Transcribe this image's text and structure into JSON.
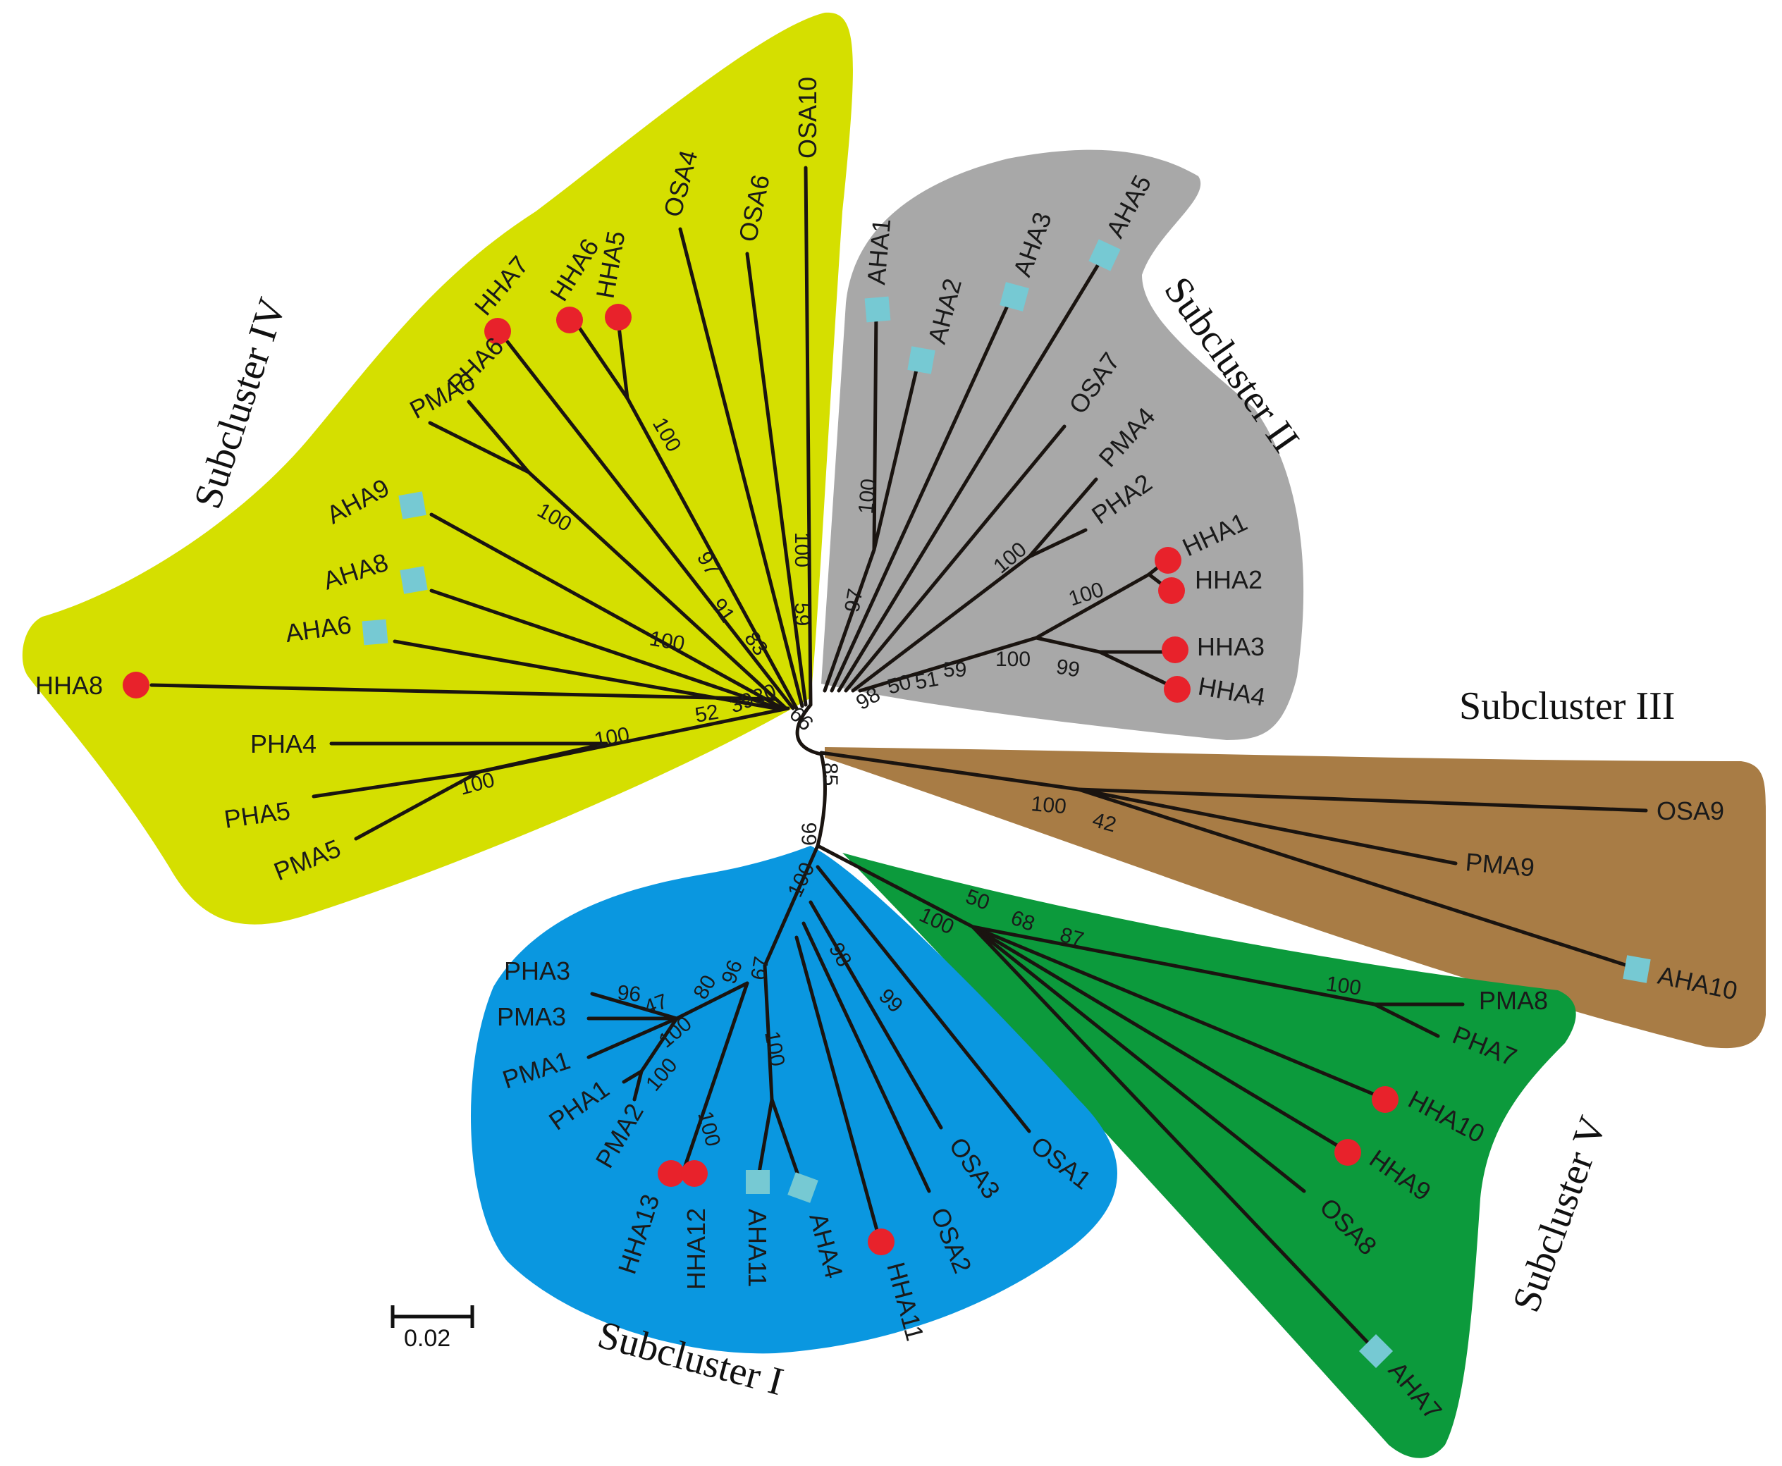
{
  "colors": {
    "subcluster_I": "#0a97e0",
    "subcluster_II": "#a8a8a8",
    "subcluster_III": "#a87c45",
    "subcluster_IV": "#d5df00",
    "subcluster_V": "#0c9a3c",
    "branch": "#1a1410",
    "hha_marker": "#e8222b",
    "aha_marker": "#76c9d3"
  },
  "clusters": {
    "I": "Subcluster I",
    "II": "Subcluster II",
    "III": "Subcluster III",
    "IV": "Subcluster IV",
    "V": "Subcluster V"
  },
  "scale_bar": {
    "label": "0.02"
  },
  "labels": {
    "OSA10": "OSA10",
    "OSA4": "OSA4",
    "OSA6": "OSA6",
    "HHA5": "HHA5",
    "HHA6": "HHA6",
    "HHA7": "HHA7",
    "PHA6": "PHA6",
    "PMA6": "PMA6",
    "AHA9": "AHA9",
    "AHA8": "AHA8",
    "AHA6": "AHA6",
    "HHA8": "HHA8",
    "PHA4": "PHA4",
    "PHA5": "PHA5",
    "PMA5": "PMA5",
    "AHA1": "AHA1",
    "AHA2": "AHA2",
    "AHA3": "AHA3",
    "AHA5": "AHA5",
    "OSA7": "OSA7",
    "PMA4": "PMA4",
    "PHA2": "PHA2",
    "HHA1": "HHA1",
    "HHA2": "HHA2",
    "HHA3": "HHA3",
    "HHA4": "HHA4",
    "OSA9": "OSA9",
    "PMA9": "PMA9",
    "AHA10": "AHA10",
    "PMA8": "PMA8",
    "PHA7": "PHA7",
    "HHA10": "HHA10",
    "HHA9": "HHA9",
    "OSA8": "OSA8",
    "AHA7": "AHA7",
    "PHA3": "PHA3",
    "PMA3": "PMA3",
    "PMA1": "PMA1",
    "PHA1": "PHA1",
    "PMA2": "PMA2",
    "HHA13": "HHA13",
    "HHA12": "HHA12",
    "AHA11": "AHA11",
    "AHA4": "AHA4",
    "HHA11": "HHA11",
    "OSA2": "OSA2",
    "OSA3": "OSA3",
    "OSA1": "OSA1"
  },
  "bootstrap": {
    "b100": "100",
    "b99": "99",
    "b98": "98",
    "b97": "97",
    "b96": "96",
    "b91": "91",
    "b87": "87",
    "b85": "85",
    "b83": "83",
    "b80": "80",
    "b68": "68",
    "b67": "67",
    "b66": "66",
    "b59": "59",
    "b52": "52",
    "b51": "51",
    "b50": "50",
    "b47": "47",
    "b42": "42",
    "b39": "39",
    "b30": "30"
  }
}
